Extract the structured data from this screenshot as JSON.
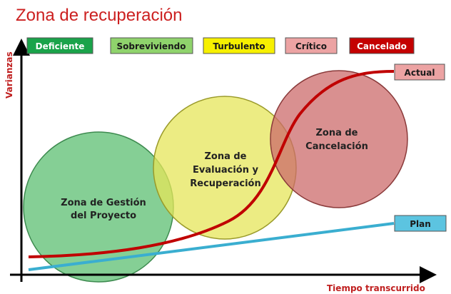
{
  "title": "Zona de recuperación",
  "categories": [
    {
      "label": "Deficiente",
      "color": "#1aa34a",
      "text_color": "#ffffff"
    },
    {
      "label": "Sobreviviendo",
      "color": "#8fd36c",
      "text_color": "#1a1a1a"
    },
    {
      "label": "Turbulento",
      "color": "#f7f000",
      "text_color": "#1a1a1a"
    },
    {
      "label": "Crítico",
      "color": "#eca3a3",
      "text_color": "#1a1a1a"
    },
    {
      "label": "Cancelado",
      "color": "#c40000",
      "text_color": "#ffffff"
    }
  ],
  "axes": {
    "y_label": "Varianzas",
    "x_label": "Tiempo transcurrido"
  },
  "zones": [
    {
      "line1": "Zona de Gestión",
      "line2": "del Proyecto",
      "color": "#5cbf72"
    },
    {
      "line1": "Zona de",
      "line2": "Evaluación y",
      "line3": "Recuperación",
      "color": "#e6e65a"
    },
    {
      "line1": "Zona de",
      "line2": "Cancelación",
      "color": "#cc6b6b"
    }
  ],
  "series": {
    "actual": "Actual",
    "plan": "Plan",
    "actual_color": "#c00000",
    "plan_color": "#3aaed0"
  }
}
